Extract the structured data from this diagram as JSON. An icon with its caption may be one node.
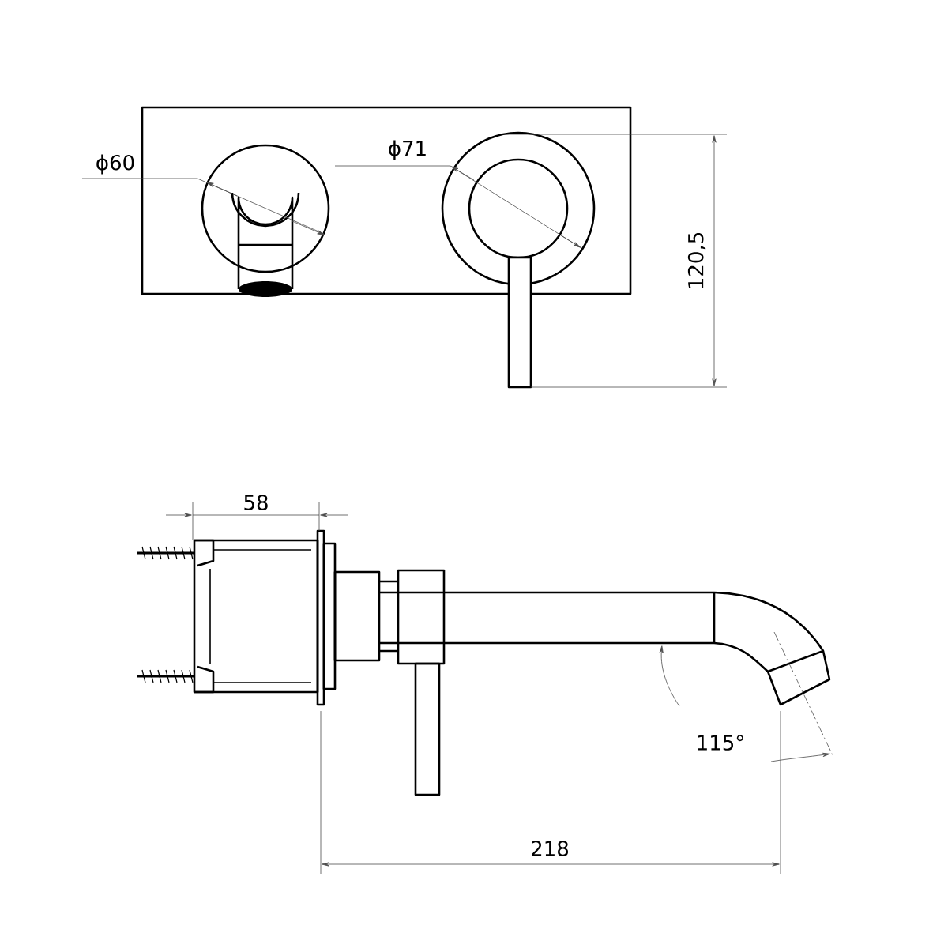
{
  "diagram": {
    "labels": [
      "ϕ60",
      "ϕ71",
      "120,5",
      "58",
      "115°",
      "218"
    ]
  }
}
